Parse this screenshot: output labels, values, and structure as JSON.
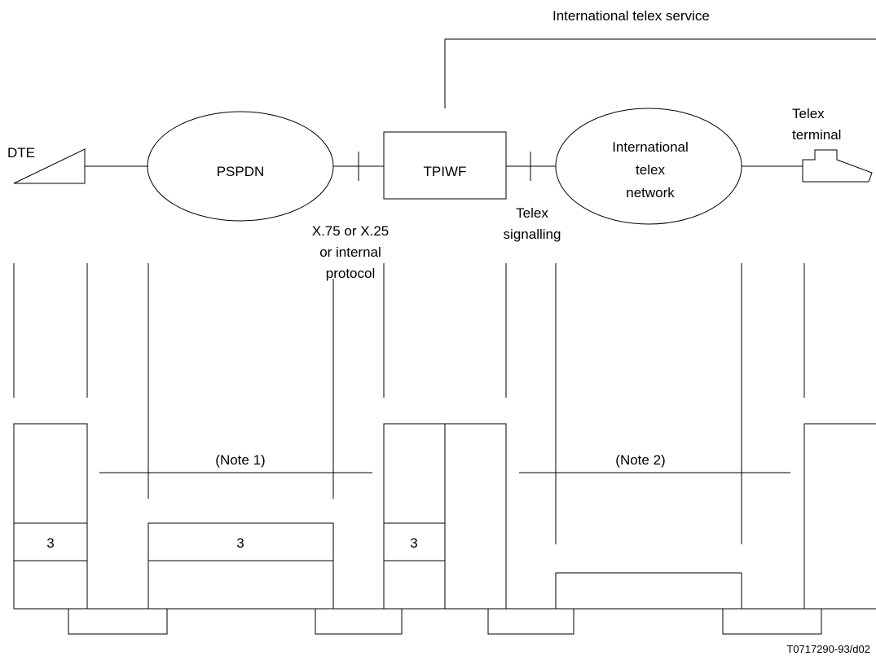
{
  "service_label": "International telex service",
  "dte_label": "DTE",
  "pspdn_label": "PSPDN",
  "tpiwf_label": "TPIWF",
  "intl_telex_network_label": [
    "International",
    "telex",
    "network"
  ],
  "telex_terminal_label": [
    "Telex",
    "terminal"
  ],
  "interface_protocol_label": [
    "X.75 or X.25",
    "or internal",
    "protocol"
  ],
  "telex_signalling_label": [
    "Telex",
    "signalling"
  ],
  "note1_label": "(Note 1)",
  "note2_label": "(Note 2)",
  "layer_dte": "3",
  "layer_pspdn": "3",
  "layer_tpiwf": "3",
  "figure_code": "T0717290-93/d02"
}
